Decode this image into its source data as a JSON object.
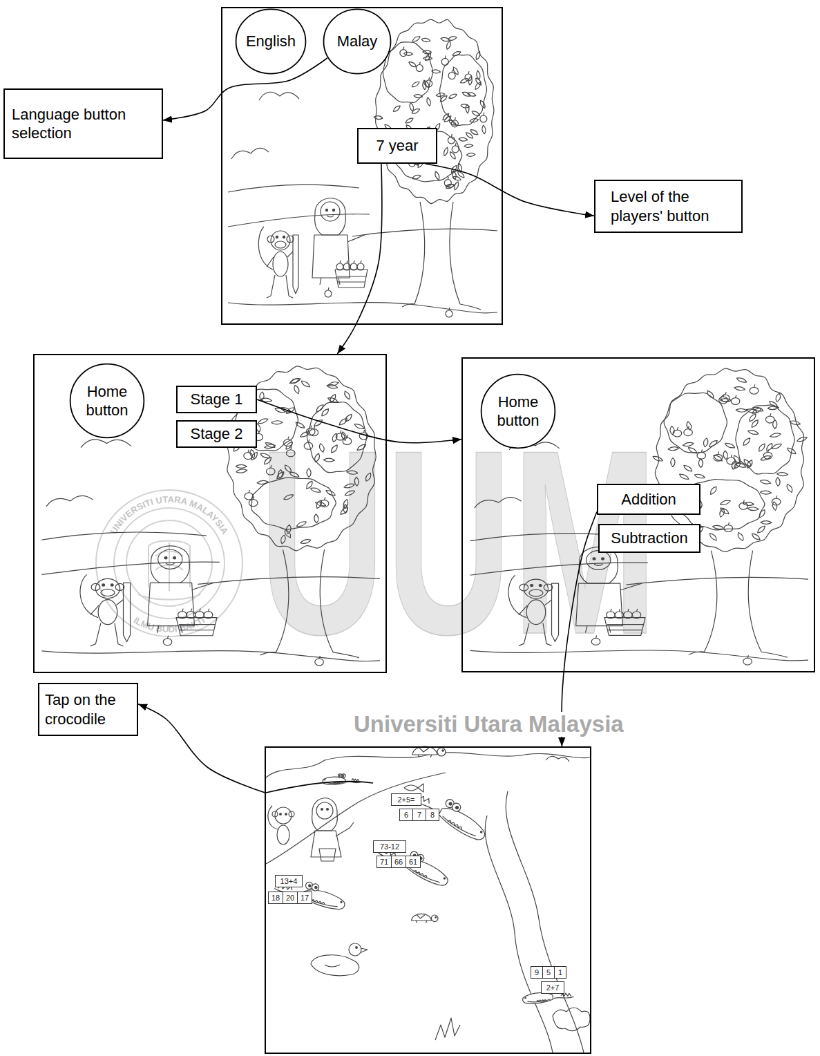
{
  "diagram": {
    "nodes": [
      {
        "text": []
      },
      {
        "text": [
          "English"
        ],
        "in": 0
      },
      {
        "text": [
          "Malay"
        ],
        "in": 0
      },
      {
        "text": [
          "7 year"
        ],
        "in": 0
      },
      {
        "text": [
          "Language button selection"
        ]
      },
      {
        "text": [
          "Level of the players' button"
        ]
      },
      {
        "text": []
      },
      {
        "text": [
          "Home button"
        ],
        "in": 6
      },
      {
        "text": [
          "Stage 1"
        ],
        "in": 6
      },
      {
        "text": [
          "Stage 2"
        ],
        "in": 6
      },
      {
        "text": []
      },
      {
        "text": [
          "Home button"
        ],
        "in": 10
      },
      {
        "text": [
          "Addition"
        ],
        "in": 10
      },
      {
        "text": [
          "Subtraction"
        ],
        "in": 10
      },
      {
        "text": [
          "Tap on the crocodile"
        ]
      },
      {
        "text": []
      }
    ],
    "edges": [
      {
        "from": 2,
        "to": 4,
        "arrow": "to"
      },
      {
        "from": 3,
        "to": 5,
        "arrow": "to"
      },
      {
        "from": 3,
        "to": 6,
        "arrow": "to"
      },
      {
        "from": 8,
        "to": 10,
        "arrow": "to"
      },
      {
        "from": 12,
        "to": 15,
        "arrow": "to"
      },
      {
        "from": 15,
        "to": 14,
        "arrow": "to"
      }
    ],
    "labels": [
      "2+5=",
      "6",
      "7",
      "8",
      "73-12",
      "71",
      "66",
      "61",
      "13+4",
      "18",
      "20",
      "17",
      "9",
      "5",
      "1",
      "2+7",
      "UUM",
      "Universiti Utara Malaysia",
      "UNIVERSITI UTARA MALAYSIA",
      "ILMU BUDI BAKTI"
    ]
  }
}
